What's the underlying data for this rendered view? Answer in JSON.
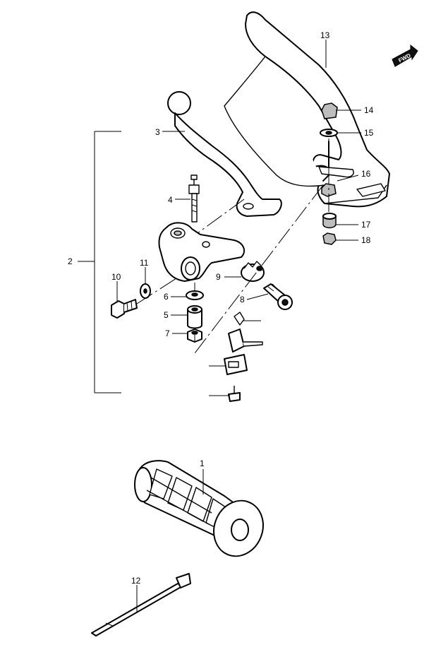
{
  "fwd_label": "FWD",
  "callouts": [
    {
      "id": "1",
      "label": "1"
    },
    {
      "id": "2",
      "label": "2"
    },
    {
      "id": "3",
      "label": "3"
    },
    {
      "id": "4",
      "label": "4"
    },
    {
      "id": "5",
      "label": "5"
    },
    {
      "id": "6",
      "label": "6"
    },
    {
      "id": "7",
      "label": "7"
    },
    {
      "id": "8",
      "label": "8"
    },
    {
      "id": "9",
      "label": "9"
    },
    {
      "id": "10",
      "label": "10"
    },
    {
      "id": "11",
      "label": "11"
    },
    {
      "id": "12",
      "label": "12"
    },
    {
      "id": "13",
      "label": "13"
    },
    {
      "id": "14",
      "label": "14"
    },
    {
      "id": "15",
      "label": "15"
    },
    {
      "id": "16",
      "label": "16"
    },
    {
      "id": "17",
      "label": "17"
    },
    {
      "id": "18",
      "label": "18"
    }
  ]
}
